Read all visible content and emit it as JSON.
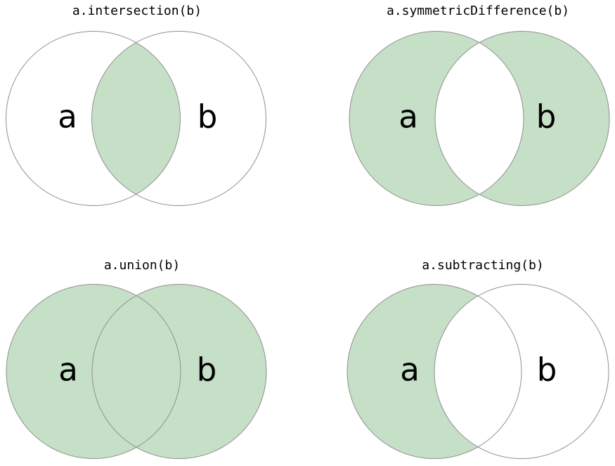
{
  "page": {
    "background": "#ffffff"
  },
  "colors": {
    "shaded_fill": "#c6dfc7",
    "circle_stroke": "#8f8f8f",
    "title_text": "#000000",
    "label_text": "#000000"
  },
  "diagrams": [
    {
      "title": "a.intersection(b)",
      "set_a_label": "a",
      "set_b_label": "b",
      "regions": {
        "a_only": false,
        "intersection": true,
        "b_only": false
      }
    },
    {
      "title": "a.symmetricDifference(b)",
      "set_a_label": "a",
      "set_b_label": "b",
      "regions": {
        "a_only": true,
        "intersection": false,
        "b_only": true
      }
    },
    {
      "title": "a.union(b)",
      "set_a_label": "a",
      "set_b_label": "b",
      "regions": {
        "a_only": true,
        "intersection": true,
        "b_only": true
      }
    },
    {
      "title": "a.subtracting(b)",
      "set_a_label": "a",
      "set_b_label": "b",
      "regions": {
        "a_only": true,
        "intersection": false,
        "b_only": false
      }
    }
  ]
}
